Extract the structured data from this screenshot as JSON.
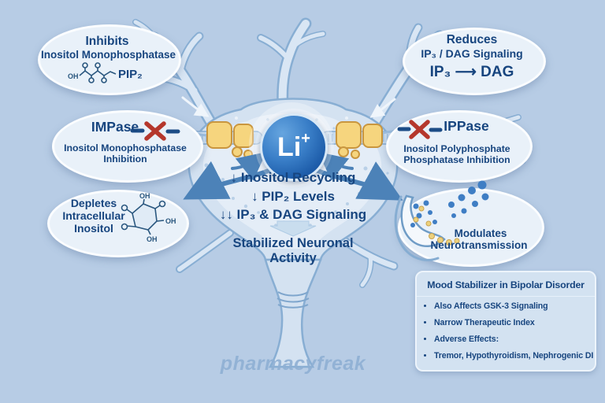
{
  "watermark": "pharmacyfreak",
  "ion": {
    "symbol": "Li",
    "charge": "+"
  },
  "labels": {
    "oh": "OH"
  },
  "bubbles": {
    "top_left": {
      "line1": "Inhibits",
      "line2": "Inositol Monophosphatase",
      "molecule": "PIP₂"
    },
    "top_right": {
      "line1": "Reduces",
      "line2": "IP₃ / DAG Signaling",
      "reaction": "IP₃ ⟶ DAG"
    },
    "mid_left": {
      "title": "IMPase",
      "line1": "Inositol Monophosphatase",
      "line2": "Inhibition"
    },
    "mid_right": {
      "title": "IPPase",
      "line1": "Inositol Polyphosphate",
      "line2": "Phosphatase Inhibition"
    },
    "bottom_left": {
      "line1": "Depletes",
      "line2": "Intracellular",
      "line3": "Inositol"
    },
    "bottom_right": {
      "line1": "Modulates",
      "line2": "Neurotransmission"
    }
  },
  "center": {
    "effect1": "↓ Inositol Recycling",
    "effect2": "↓ PIP₂ Levels",
    "effect3": "↓↓ IP₃ & DAG Signaling",
    "outcome": "Stabilized Neuronal Activity"
  },
  "info_box": {
    "title": "Mood Stabilizer in Bipolar Disorder",
    "bullets": [
      "Also Affects GSK-3 Signaling",
      "Narrow Therapeutic Index",
      "Adverse Effects:",
      "Tremor, Hypothyroidism, Nephrogenic DI"
    ]
  },
  "colors": {
    "background": "#b7cce5",
    "text_navy": "#17457f",
    "ion_blue": "#1d5ca9",
    "arrow_blue": "#4c82b8",
    "block_x_red": "#b5372c",
    "transporter_yellow": "#f6d57e",
    "neuron_fill": "#d4e2f1",
    "neuron_outline": "#88aed3"
  }
}
